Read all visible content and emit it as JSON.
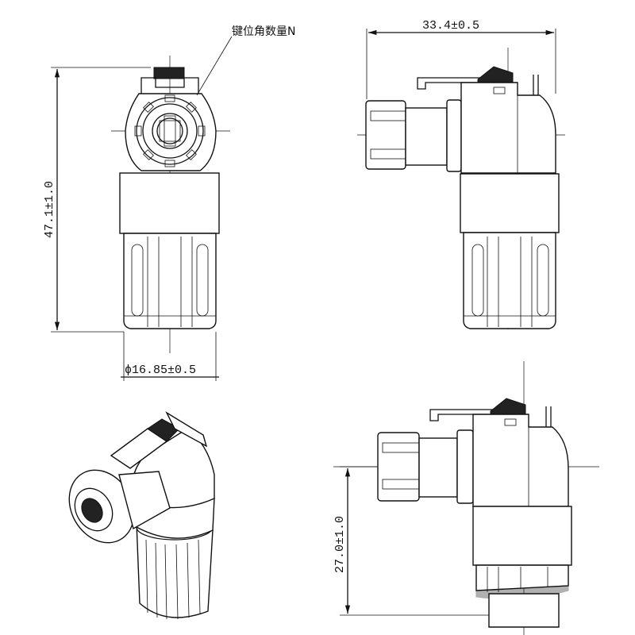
{
  "annotations": {
    "keying_note": "键位角数量N",
    "width_dim": "33.4±0.5",
    "height_dim": "47.1±1.0",
    "diameter_dim": "ϕ16.85±0.5",
    "offset_dim": "27.0±1.0"
  }
}
